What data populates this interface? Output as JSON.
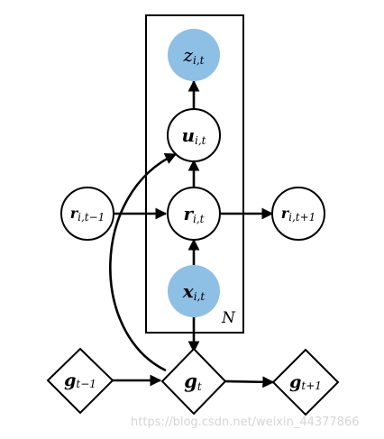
{
  "plate": {
    "label": "N"
  },
  "nodes": {
    "z_it": {
      "main": "z",
      "sub": "i,t"
    },
    "u_it": {
      "main": "u",
      "sub": "i,t"
    },
    "r_it": {
      "main": "r",
      "sub": "i,t"
    },
    "r_prev": {
      "main": "r",
      "sub": "i,t−1"
    },
    "r_next": {
      "main": "r",
      "sub": "i,t+1"
    },
    "x_it": {
      "main": "x",
      "sub": "i,t"
    },
    "g_t": {
      "main": "g",
      "sub": "t"
    },
    "g_prev": {
      "main": "g",
      "sub": "t−1"
    },
    "g_next": {
      "main": "g",
      "sub": "t+1"
    }
  },
  "colors": {
    "observed_fill": "#8ebfe5",
    "stroke": "#000000"
  },
  "watermark": "https://blog.csdn.net/weixin_44377866"
}
